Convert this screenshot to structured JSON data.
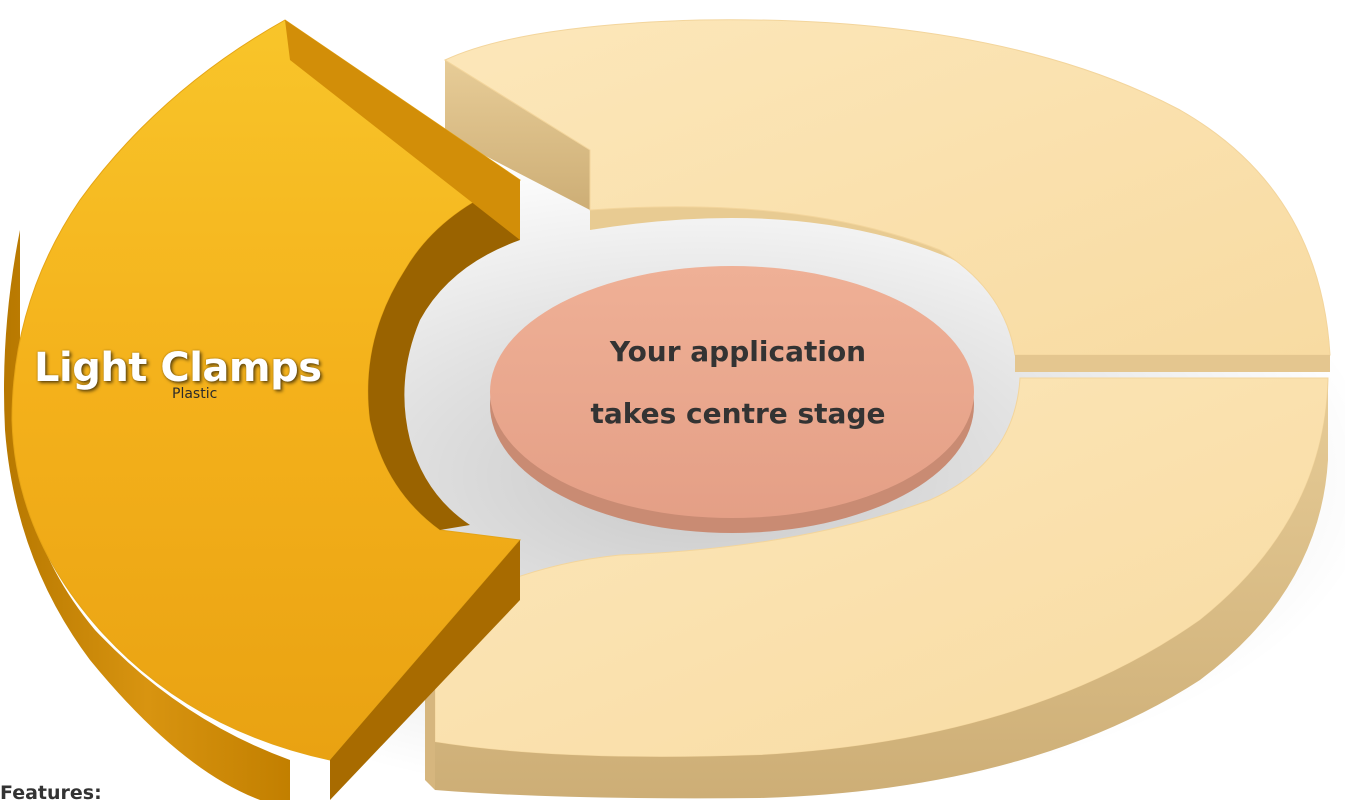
{
  "segment": {
    "title": "Light Clamps",
    "subtitle": "Plastic"
  },
  "center": {
    "line1": "Your application",
    "line2": "takes centre stage"
  },
  "features_label": "Features:",
  "colors": {
    "highlight_segment": "#F5B51C",
    "highlight_segment_side": "#C98500",
    "other_segments": "#F9DFAA",
    "other_segments_side": "#D9BB84",
    "center_disc": "#E9A78D",
    "center_disc_side": "#C98B73"
  }
}
